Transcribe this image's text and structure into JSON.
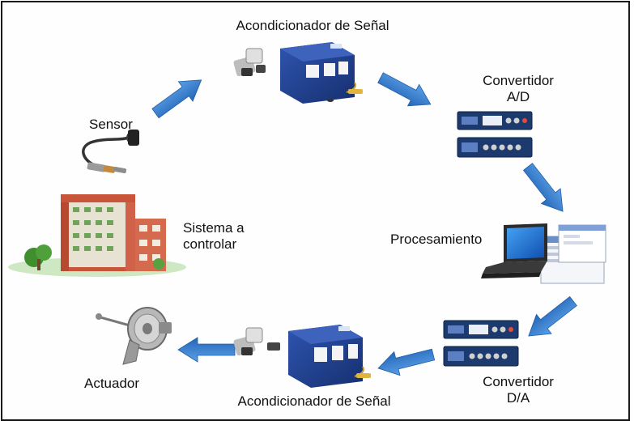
{
  "labels": {
    "signal_conditioner_top": "Acondicionador de Señal",
    "adc_line1": "Convertidor",
    "adc_line2": "A/D",
    "sensor": "Sensor",
    "system_line1": "Sistema a",
    "system_line2": "controlar",
    "processing": "Procesamiento",
    "actuator": "Actuador",
    "signal_conditioner_bottom": "Acondicionador de Señal",
    "dac_line1": "Convertidor",
    "dac_line2": "D/A"
  },
  "colors": {
    "arrow": "#2f7fd0",
    "frame": "#1a1a1a",
    "conditioner_blue": "#1f3f8f",
    "converter_blue": "#1d3a6e",
    "laptop_screen": "#1f6fd1"
  },
  "icons": {
    "sensor": "oxygen-sensor-icon",
    "system": "building-icon",
    "conditioner": "signal-conditioner-icon",
    "converter": "rack-converter-icon",
    "laptop": "laptop-icon",
    "actuator": "motor-actuator-icon"
  }
}
